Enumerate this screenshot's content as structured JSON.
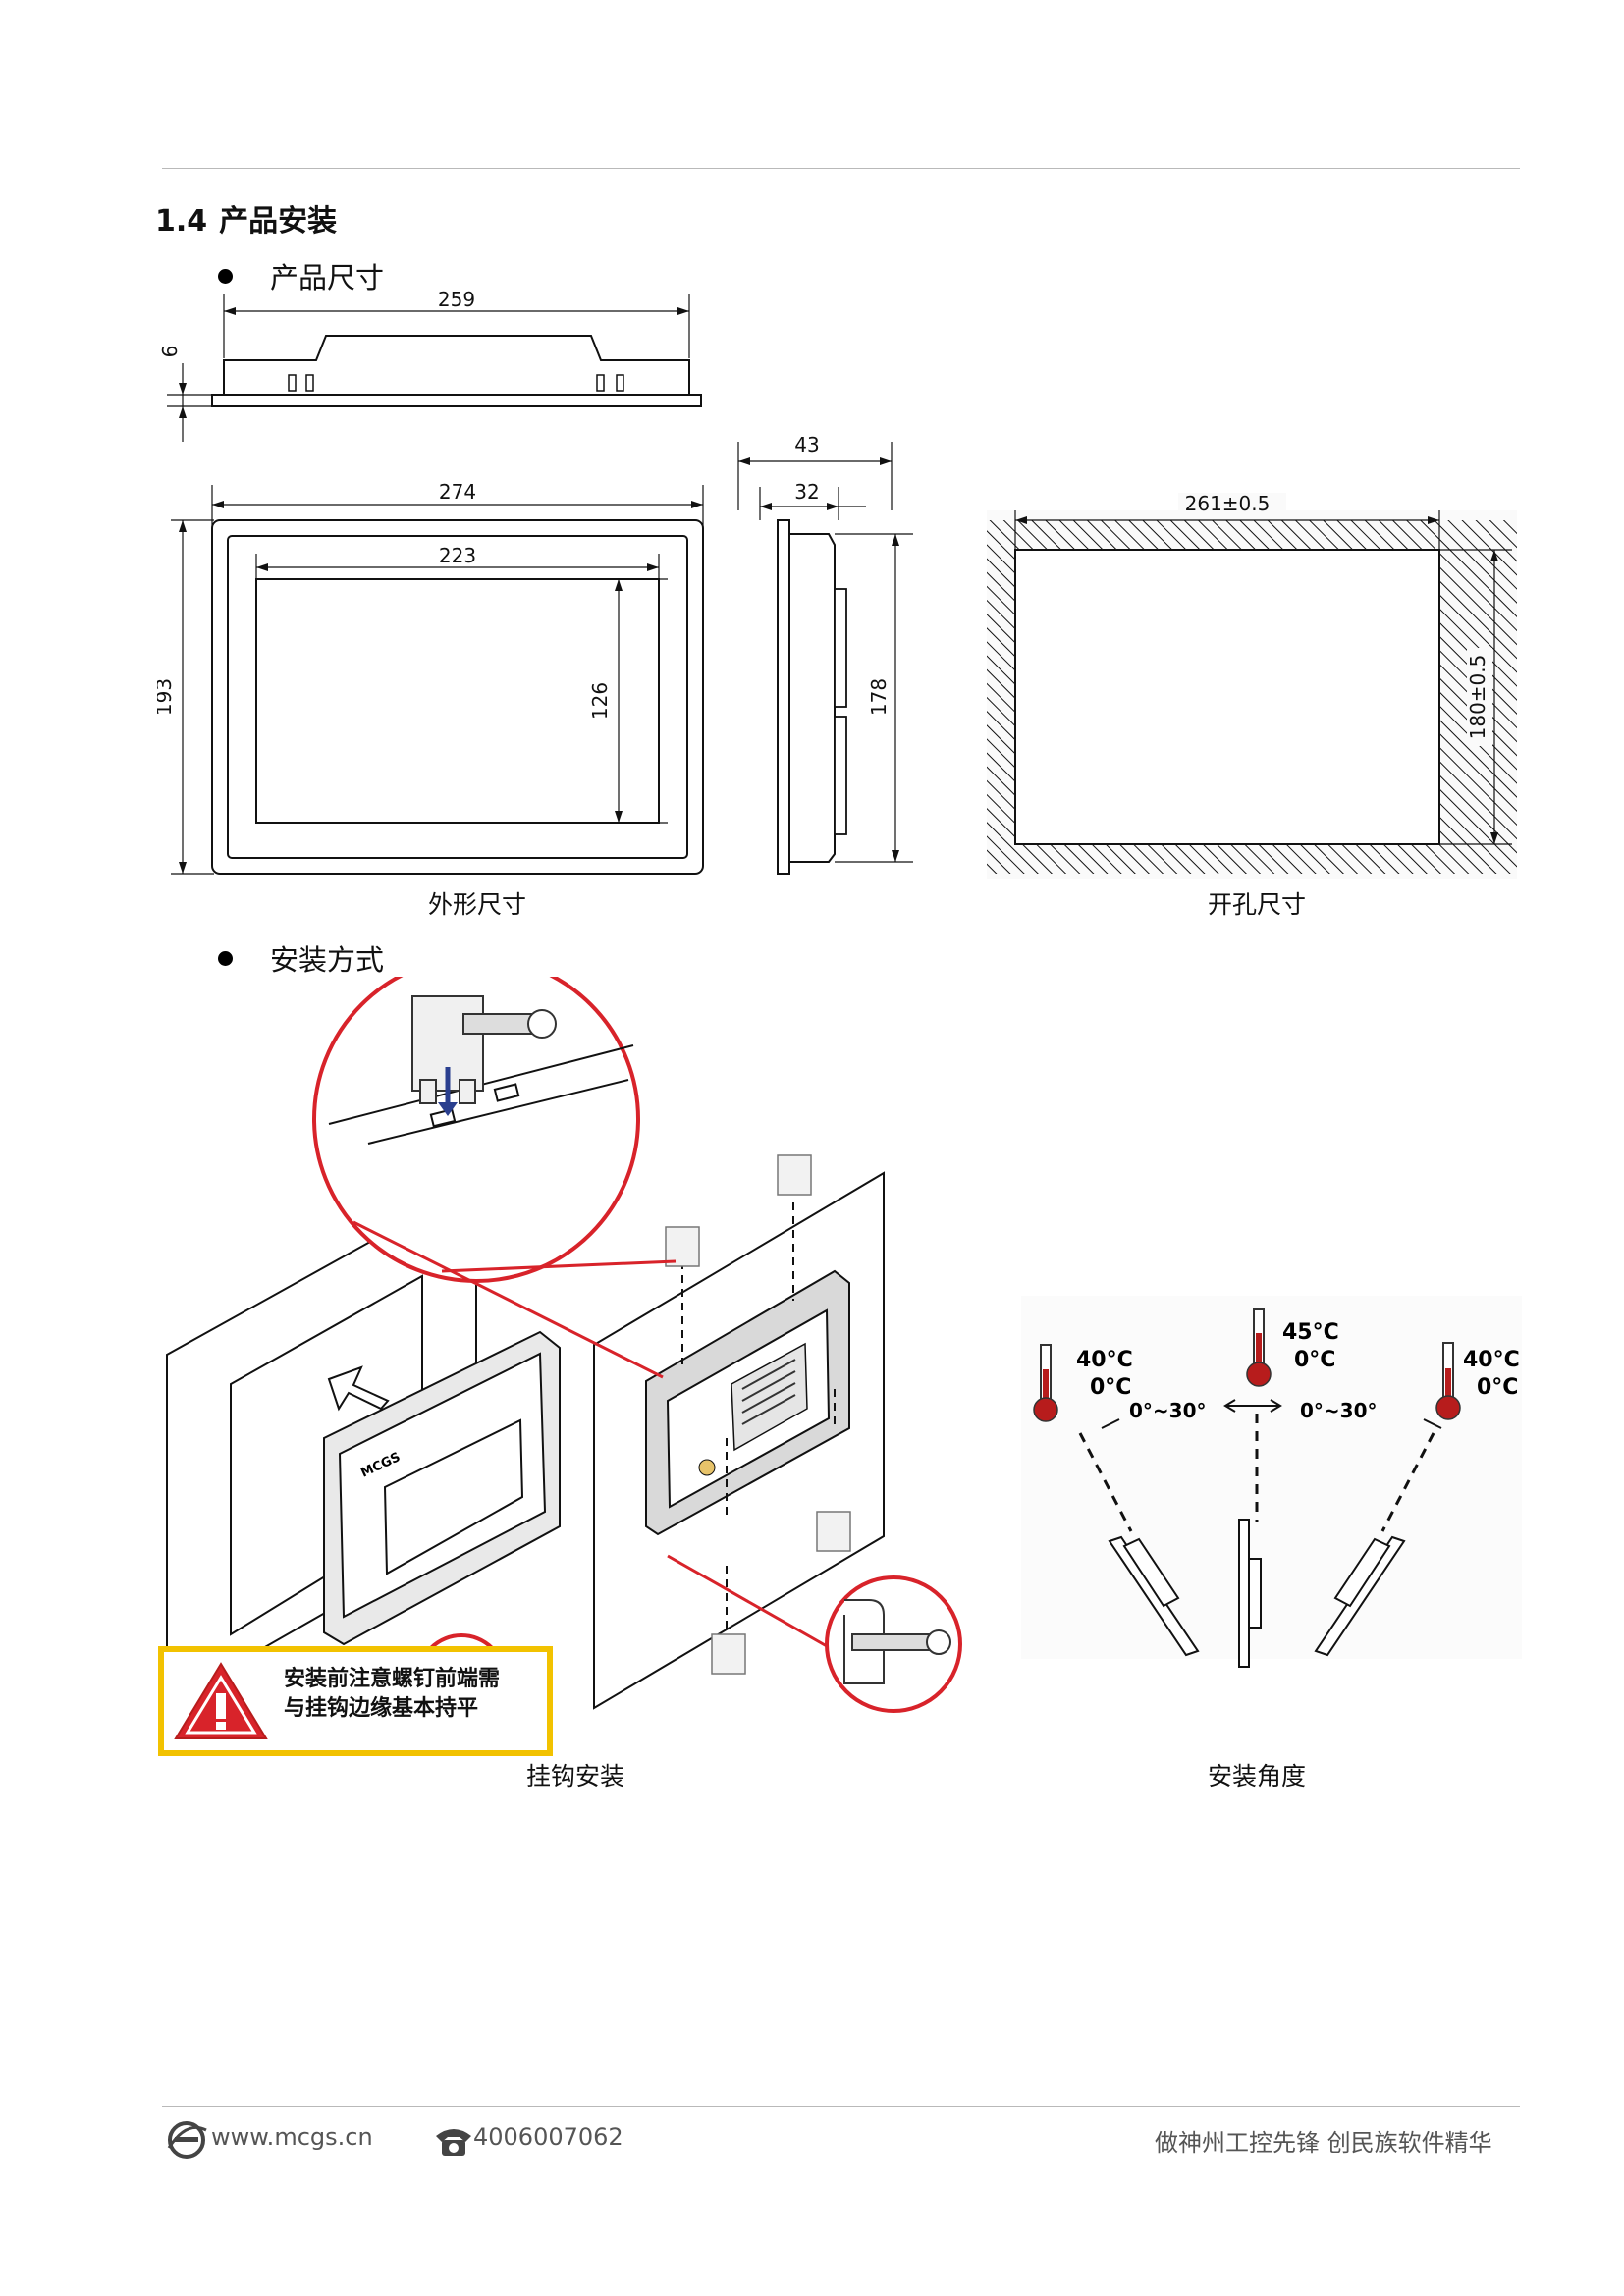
{
  "section": {
    "number": "1.4",
    "title": "产品安装"
  },
  "bullets": {
    "dimensions": "产品尺寸",
    "mounting": "安装方式"
  },
  "dims": {
    "top_width": "259",
    "top_height": "6",
    "front_outer_width": "274",
    "front_inner_width": "223",
    "front_outer_height": "193",
    "front_inner_height": "126",
    "side_total_depth": "43",
    "side_depth": "32",
    "side_height": "178",
    "cutout_width": "261±0.5",
    "cutout_height": "180±0.5"
  },
  "captions": {
    "outline": "外形尺寸",
    "cutout": "开孔尺寸",
    "hook_install": "挂钩安装",
    "install_angle": "安装角度"
  },
  "warning": {
    "line1": "安装前注意螺钉前端需",
    "line2": "与挂钩边缘基本持平"
  },
  "device_brand": "MCGS",
  "angles": {
    "left_temp_max": "40°C",
    "left_temp_min": "0°C",
    "center_temp_max": "45°C",
    "center_temp_min": "0°C",
    "right_temp_max": "40°C",
    "right_temp_min": "0°C",
    "left_range": "0°~30°",
    "right_range": "0°~30°"
  },
  "footer": {
    "website": "www.mcgs.cn",
    "phone": "4006007062",
    "slogan": "做神州工控先锋  创民族软件精华"
  },
  "colors": {
    "warning_border": "#f2c200",
    "warning_triangle": "#d8232a",
    "callout": "#d8232a",
    "arrow": "#2a3f8f",
    "thermometer": "#b71c1c"
  },
  "icons": [
    "ie-icon",
    "phone-icon",
    "thermometer-icon",
    "warning-triangle-icon"
  ]
}
